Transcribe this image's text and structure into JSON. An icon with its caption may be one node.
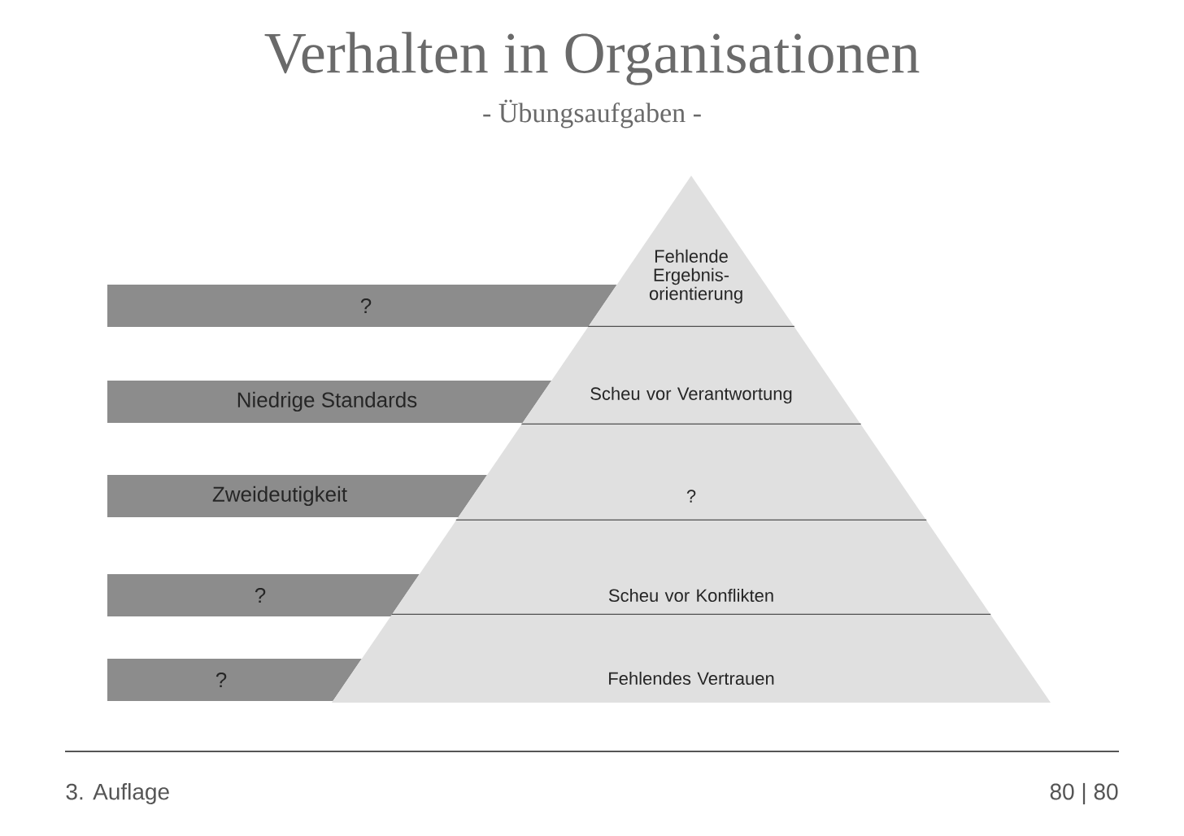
{
  "diagram": {
    "title": "Verhalten in Organisationen",
    "nodes": [
      {
        "text": [
          "?"
        ]
      },
      {
        "text": [
          "Fehlende Ergebnis-orientierung"
        ]
      },
      {
        "text": [
          "Niedrige Standards"
        ]
      },
      {
        "text": [
          "Scheu vor Verantwortung"
        ]
      },
      {
        "text": [
          "Zweideutigkeit"
        ]
      },
      {
        "text": [
          "?"
        ]
      },
      {
        "text": [
          "?"
        ]
      },
      {
        "text": [
          "Scheu vor Konflikten"
        ]
      },
      {
        "text": [
          "?"
        ]
      },
      {
        "text": [
          "Fehlendes Vertrauen"
        ]
      }
    ],
    "edges": [],
    "labels": [
      "- Übungsaufgaben -",
      "3. Auflage",
      "80 | 80"
    ]
  }
}
